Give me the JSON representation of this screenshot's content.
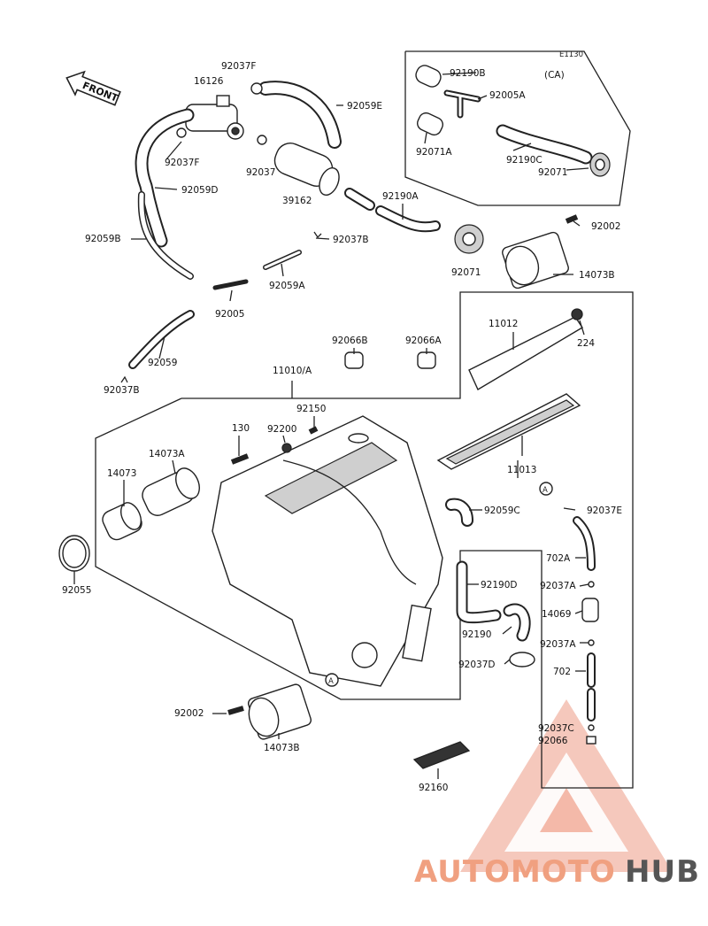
{
  "diagram_code": "E1130",
  "variant_label": "(CA)",
  "front_arrow_text": "FRONT",
  "labels": {
    "l_92037F_top": "92037F",
    "l_16126": "16126",
    "l_92059E": "92059E",
    "l_92037F_left": "92037F",
    "l_92037": "92037",
    "l_92059D": "92059D",
    "l_39162": "39162",
    "l_92059B": "92059B",
    "l_92037B_mid": "92037B",
    "l_92059A": "92059A",
    "l_92005": "92005",
    "l_92059": "92059",
    "l_92037B_low": "92037B",
    "l_92190B": "92190B",
    "l_92005A": "92005A",
    "l_92071A": "92071A",
    "l_92190C": "92190C",
    "l_92071_ca": "92071",
    "l_92190A": "92190A",
    "l_92071": "92071",
    "l_92002_top": "92002",
    "l_14073B_top": "14073B",
    "l_11012": "11012",
    "l_224": "224",
    "l_92066B": "92066B",
    "l_92066A": "92066A",
    "l_11010A": "11010/A",
    "l_92150": "92150",
    "l_130": "130",
    "l_92200": "92200",
    "l_14073A": "14073A",
    "l_14073": "14073",
    "l_11013": "11013",
    "l_92059C": "92059C",
    "l_92037E": "92037E",
    "l_702A": "702A",
    "l_92190D": "92190D",
    "l_92037A_1": "92037A",
    "l_14069": "14069",
    "l_92190": "92190",
    "l_92037A_2": "92037A",
    "l_92037D": "92037D",
    "l_702": "702",
    "l_92055": "92055",
    "l_92037C": "92037C",
    "l_92066": "92066",
    "l_92002_bot": "92002",
    "l_14073B_bot": "14073B",
    "l_92160": "92160"
  },
  "markers": {
    "marker_a_right": "A",
    "marker_a_case": "A"
  },
  "watermark": {
    "part1": "AUTOMOTO",
    "part2": "HUB",
    "color_accent": "#f0a080",
    "color_mid": "#e8a090",
    "color_dark": "#555555"
  }
}
